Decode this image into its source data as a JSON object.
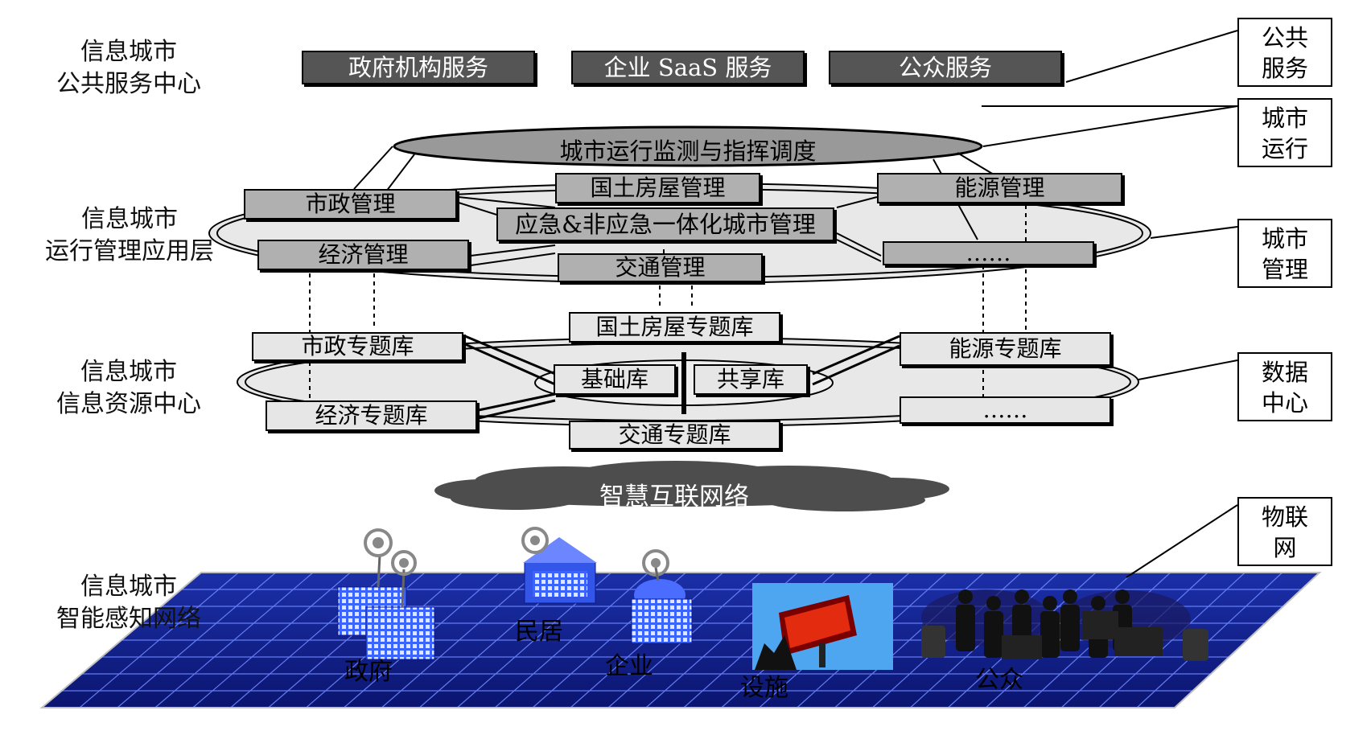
{
  "layers": {
    "service": [
      "信息城市",
      "公共服务中心"
    ],
    "operation": [
      "信息城市",
      "运行管理应用层"
    ],
    "resource": [
      "信息城市",
      "信息资源中心"
    ],
    "sensing": [
      "信息城市",
      "智能感知网络"
    ]
  },
  "services": [
    "政府机构服务",
    "企业 SaaS 服务",
    "公众服务"
  ],
  "operation": {
    "command_center": "城市运行监测与指挥调度",
    "core": "应急&非应急一体化城市管理",
    "modules": {
      "municipal": "市政管理",
      "land": "国土房屋管理",
      "energy": "能源管理",
      "economy": "经济管理",
      "traffic": "交通管理",
      "more": "……"
    }
  },
  "resources": {
    "municipal": "市政专题库",
    "land": "国土房屋专题库",
    "energy": "能源专题库",
    "base": "基础库",
    "shared": "共享库",
    "economy": "经济专题库",
    "traffic": "交通专题库",
    "more": "……"
  },
  "network": "智慧互联网络",
  "entities": {
    "gov": "政府",
    "residence": "民居",
    "enterprise": "企业",
    "facility": "设施",
    "public": "公众"
  },
  "tags": {
    "public_service": [
      "公共",
      "服务"
    ],
    "city_operation": [
      "城市",
      "运行"
    ],
    "city_management": [
      "城市",
      "管理"
    ],
    "data_center": [
      "数据",
      "中心"
    ],
    "iot": [
      "物联",
      "网"
    ]
  },
  "colors": {
    "dark_box": "#555555",
    "mid_box": "#b8b8b8",
    "light_box": "#e6e6e6",
    "grid_blue": "#10208a"
  }
}
